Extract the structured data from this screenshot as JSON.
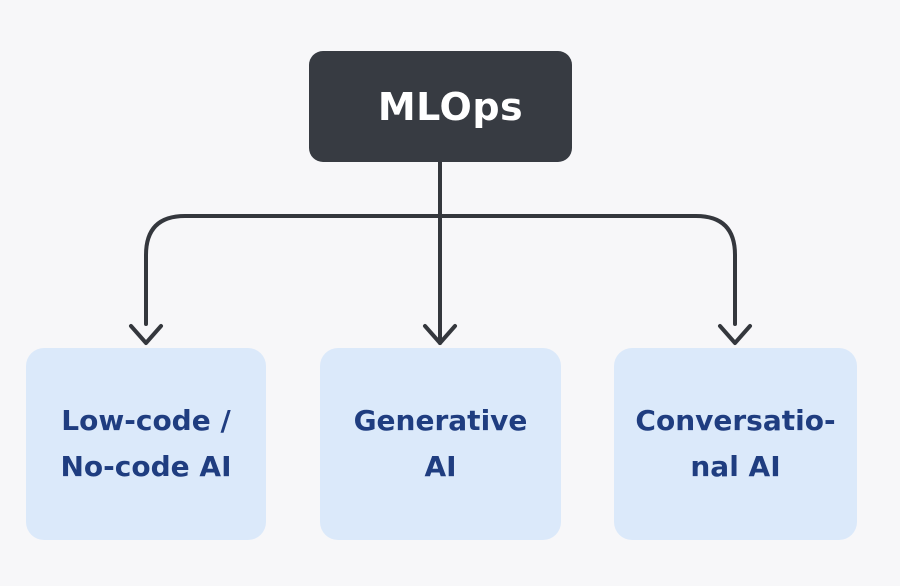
{
  "root": {
    "label": "MLOps"
  },
  "children": [
    {
      "label": "Low-code /\nNo-code AI"
    },
    {
      "label": "Generative\nAI"
    },
    {
      "label": "Conversatio-\nnal AI"
    }
  ],
  "colors": {
    "background": "#f7f7f9",
    "root_fill": "#373b42",
    "root_text": "#ffffff",
    "child_fill": "#dbe9fa",
    "child_text": "#1f3d80",
    "connector": "#34373d"
  }
}
